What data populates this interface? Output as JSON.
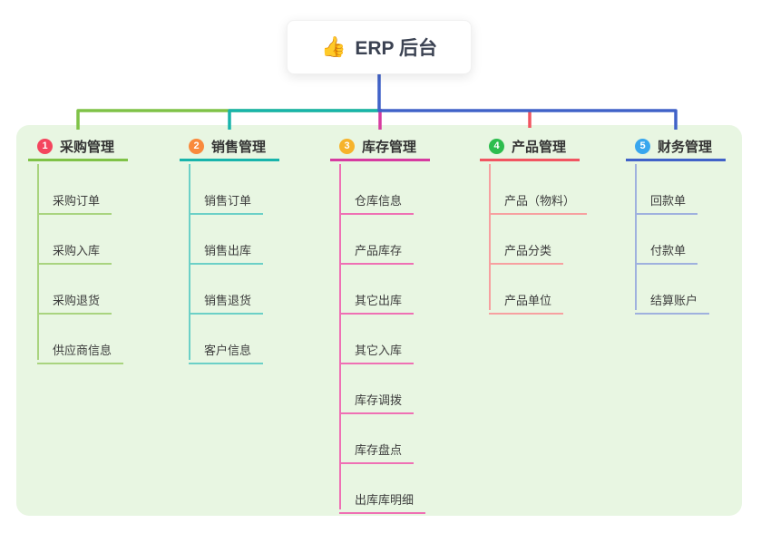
{
  "root": {
    "emoji": "👍",
    "label": "ERP 后台"
  },
  "colors": {
    "panel_bg": "#e8f6e2",
    "root_text": "#3b4252",
    "header_text": "#333333",
    "child_text": "#3d3d3d",
    "root_connector": "#4062c8"
  },
  "branches": [
    {
      "num": "1",
      "label": "采购管理",
      "badge_color": "#f4455e",
      "line_color": "#7fc247",
      "child_line_color": "#a9d47f",
      "children": [
        "采购订单",
        "采购入库",
        "采购退货",
        "供应商信息"
      ]
    },
    {
      "num": "2",
      "label": "销售管理",
      "badge_color": "#f98a3d",
      "line_color": "#18b4ab",
      "child_line_color": "#6bd0c7",
      "children": [
        "销售订单",
        "销售出库",
        "销售退货",
        "客户信息"
      ]
    },
    {
      "num": "3",
      "label": "库存管理",
      "badge_color": "#f6b32b",
      "line_color": "#d63ba0",
      "child_line_color": "#ef70b4",
      "children": [
        "仓库信息",
        "产品库存",
        "其它出库",
        "其它入库",
        "库存调拨",
        "库存盘点",
        "出库库明细"
      ]
    },
    {
      "num": "4",
      "label": "产品管理",
      "badge_color": "#2dbd4e",
      "line_color": "#f15561",
      "child_line_color": "#f7a0a0",
      "children": [
        "产品（物料）",
        "产品分类",
        "产品单位"
      ]
    },
    {
      "num": "5",
      "label": "财务管理",
      "badge_color": "#38a6ee",
      "line_color": "#4062c8",
      "child_line_color": "#9fb1de",
      "children": [
        "回款单",
        "付款单",
        "结算账户"
      ]
    }
  ]
}
